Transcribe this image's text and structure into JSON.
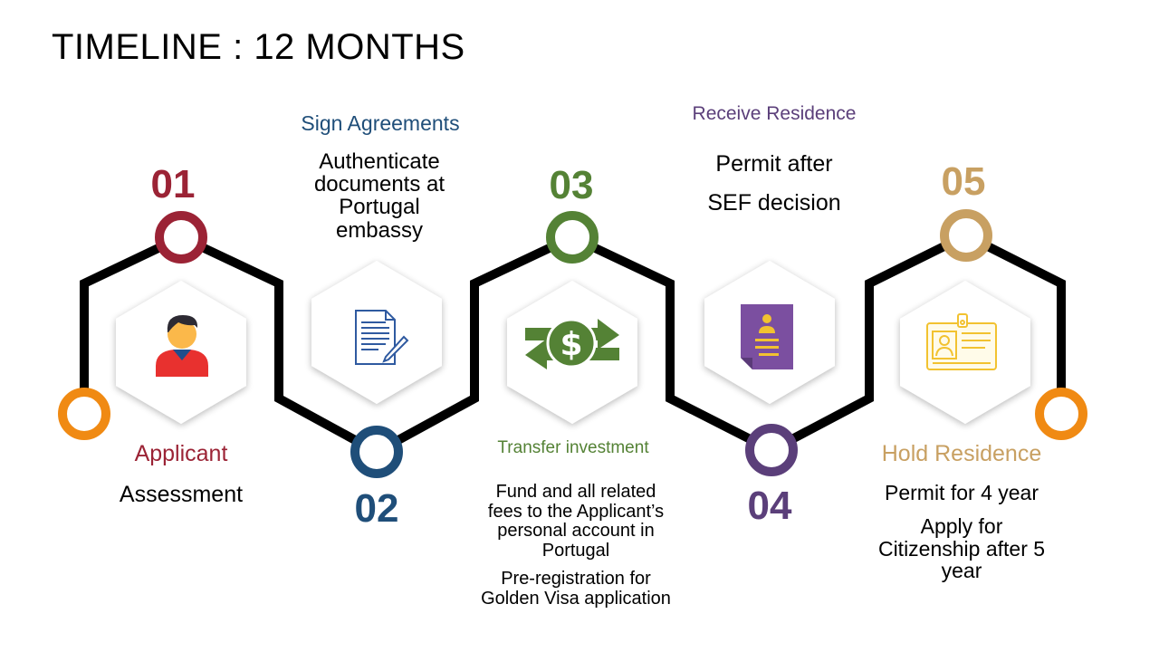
{
  "title": "TIMELINE : 12 MONTHS",
  "steps": [
    {
      "number": "01",
      "heading": "Applicant",
      "body": [
        "Assessment"
      ],
      "color": "#9b2335",
      "icon": "person-icon"
    },
    {
      "number": "02",
      "heading": "Sign Agreements",
      "body": [
        "Authenticate documents at Portugal embassy"
      ],
      "color": "#1f4e79",
      "icon": "document-pen-icon"
    },
    {
      "number": "03",
      "heading": "Transfer investment",
      "body": [
        "Fund and all related fees to the Applicant’s personal account in Portugal",
        "Pre-registration for Golden Visa application"
      ],
      "color": "#548235",
      "icon": "money-transfer-icon"
    },
    {
      "number": "04",
      "heading": "Receive Residence",
      "body": [
        "Permit after",
        "SEF decision"
      ],
      "color": "#5b3f7a",
      "icon": "permit-document-icon"
    },
    {
      "number": "05",
      "heading": "Hold Residence",
      "body": [
        "Permit for 4 year",
        "Apply for Citizenship after 5 year"
      ],
      "color": "#c8a062",
      "icon": "id-card-icon"
    }
  ],
  "end_color": "#f08a13"
}
